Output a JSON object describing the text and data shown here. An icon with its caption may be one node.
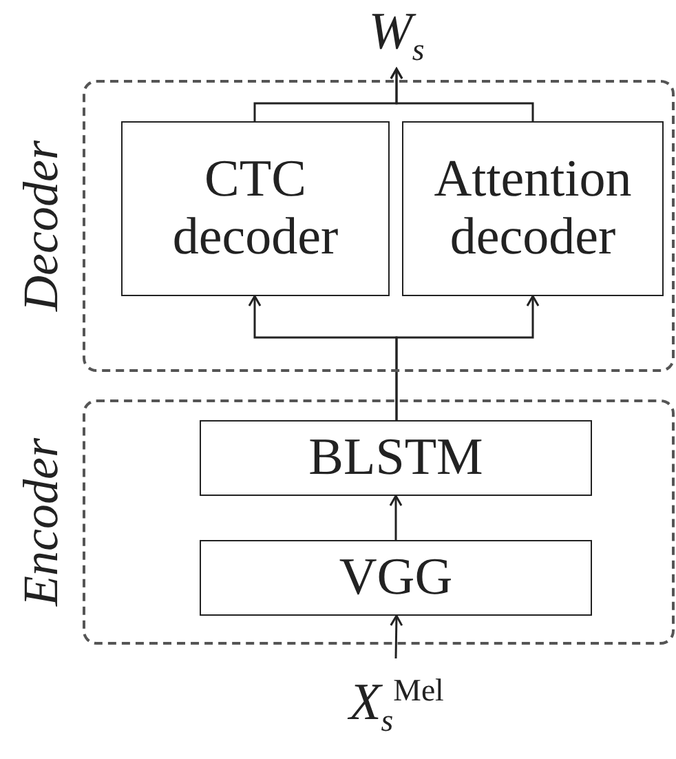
{
  "diagram": {
    "nodes": [
      {
        "text": [
          "W$_{s}$"
        ]
      },
      {
        "text": [
          "Decoder"
        ]
      },
      {
        "text": [
          "CTC decoder"
        ],
        "in": 1
      },
      {
        "text": [
          "Attention decoder"
        ],
        "in": 1
      },
      {
        "text": [
          "Encoder"
        ]
      },
      {
        "text": [
          "BLSTM"
        ],
        "in": 4
      },
      {
        "text": [
          "VGG"
        ],
        "in": 4
      },
      {
        "text": [
          "X$_{s}$$^{Mel}$"
        ]
      }
    ],
    "edges": [
      {
        "from": 2,
        "to": 0,
        "arrow": "to"
      },
      {
        "from": 3,
        "to": 0,
        "arrow": "to"
      },
      {
        "from": 5,
        "to": 2,
        "arrow": "to"
      },
      {
        "from": 5,
        "to": 3,
        "arrow": "to"
      },
      {
        "from": 6,
        "to": 5,
        "arrow": "to"
      },
      {
        "from": 7,
        "to": 6,
        "arrow": "to"
      }
    ]
  }
}
